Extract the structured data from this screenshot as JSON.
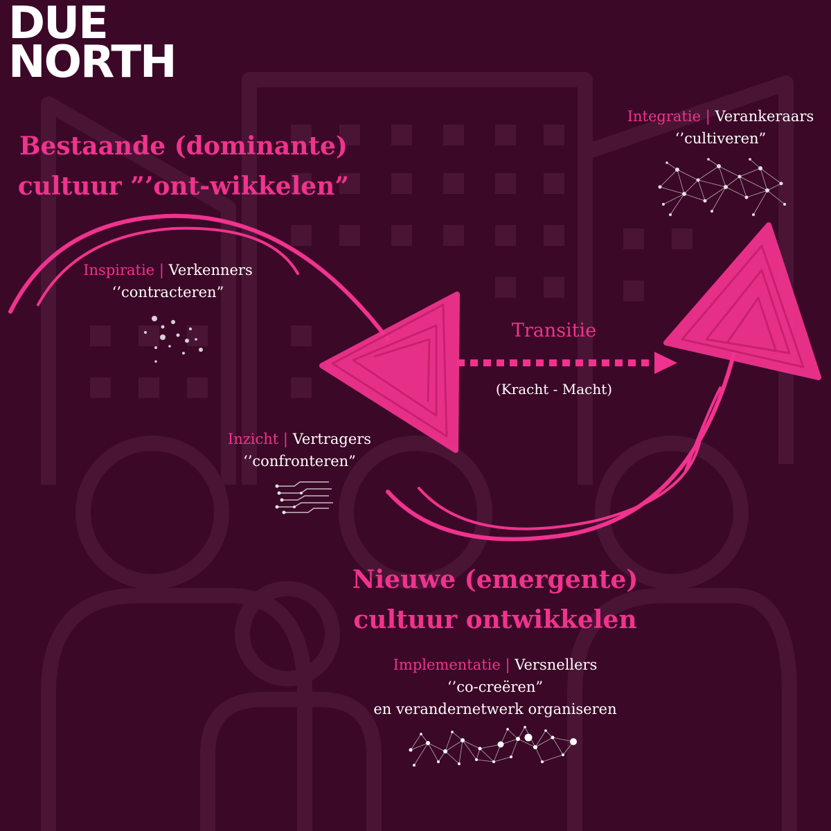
{
  "brand": {
    "line1": "DUE",
    "line2": "NORTH"
  },
  "headings": {
    "existing": {
      "line1": "Bestaande (dominante)",
      "line2": "cultuur ”’ont-wikkelen”"
    },
    "new": {
      "line1": "Nieuwe (emergente)",
      "line2": "cultuur ontwikkelen"
    }
  },
  "stages": {
    "inspiratie": {
      "phase": "Inspiratie",
      "separator": "|",
      "role": "Verkenners",
      "action": "‘’contracteren”"
    },
    "inzicht": {
      "phase": "Inzicht",
      "separator": "|",
      "role": "Vertragers",
      "action": "‘’confronteren”"
    },
    "integratie": {
      "phase": "Integratie",
      "separator": "|",
      "role": "Verankeraars",
      "action": "‘’cultiveren”"
    },
    "implementatie": {
      "phase": "Implementatie",
      "separator": "|",
      "role": "Versnellers",
      "action": "‘’co-creëren”",
      "extra": "en  verandernetwerk organiseren"
    }
  },
  "transition": {
    "title": "Transitie",
    "subtitle": "(Kracht - Macht)"
  },
  "colors": {
    "background": "#3c0827",
    "accent": "#f0338e",
    "text": "#ffffff",
    "watermark": "#4a1535"
  }
}
